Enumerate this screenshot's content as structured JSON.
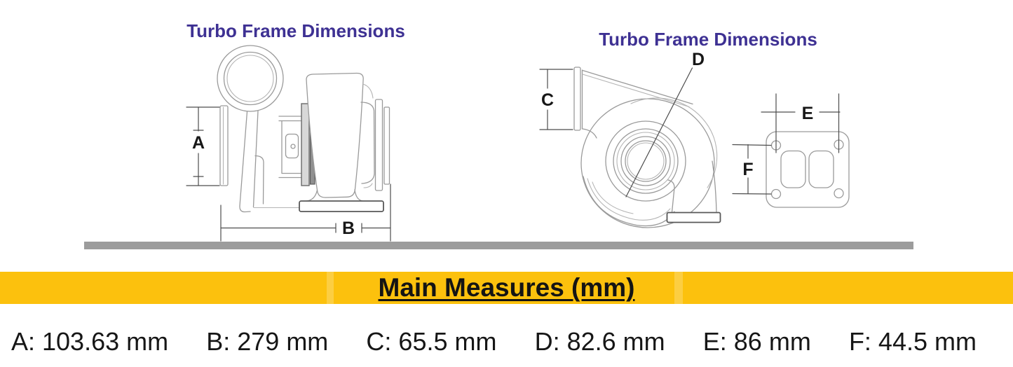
{
  "left_diagram": {
    "title": "Turbo Frame Dimensions",
    "labels": {
      "a": "A",
      "b": "B"
    }
  },
  "right_diagram": {
    "title": "Turbo Frame Dimensions",
    "labels": {
      "c": "C",
      "d": "D",
      "e": "E",
      "f": "F"
    }
  },
  "banner": {
    "title": "Main Measures (mm)"
  },
  "measures": [
    {
      "label": "A",
      "value": "103.63 mm",
      "text": "A: 103.63 mm"
    },
    {
      "label": "B",
      "value": "279 mm",
      "text": "B: 279 mm"
    },
    {
      "label": "C",
      "value": "65.5 mm",
      "text": "C: 65.5 mm"
    },
    {
      "label": "D",
      "value": "82.6 mm",
      "text": "D: 82.6 mm"
    },
    {
      "label": "E",
      "value": "86 mm",
      "text": "E: 86 mm"
    },
    {
      "label": "F",
      "value": "44.5 mm",
      "text": "F: 44.5 mm"
    }
  ],
  "colors": {
    "title_purple": "#3e3193",
    "banner_yellow": "#fcc10d",
    "ground_bar_gray": "#9c9c9c",
    "text_black": "#161616",
    "line_art_gray": "#9a9a9a"
  }
}
